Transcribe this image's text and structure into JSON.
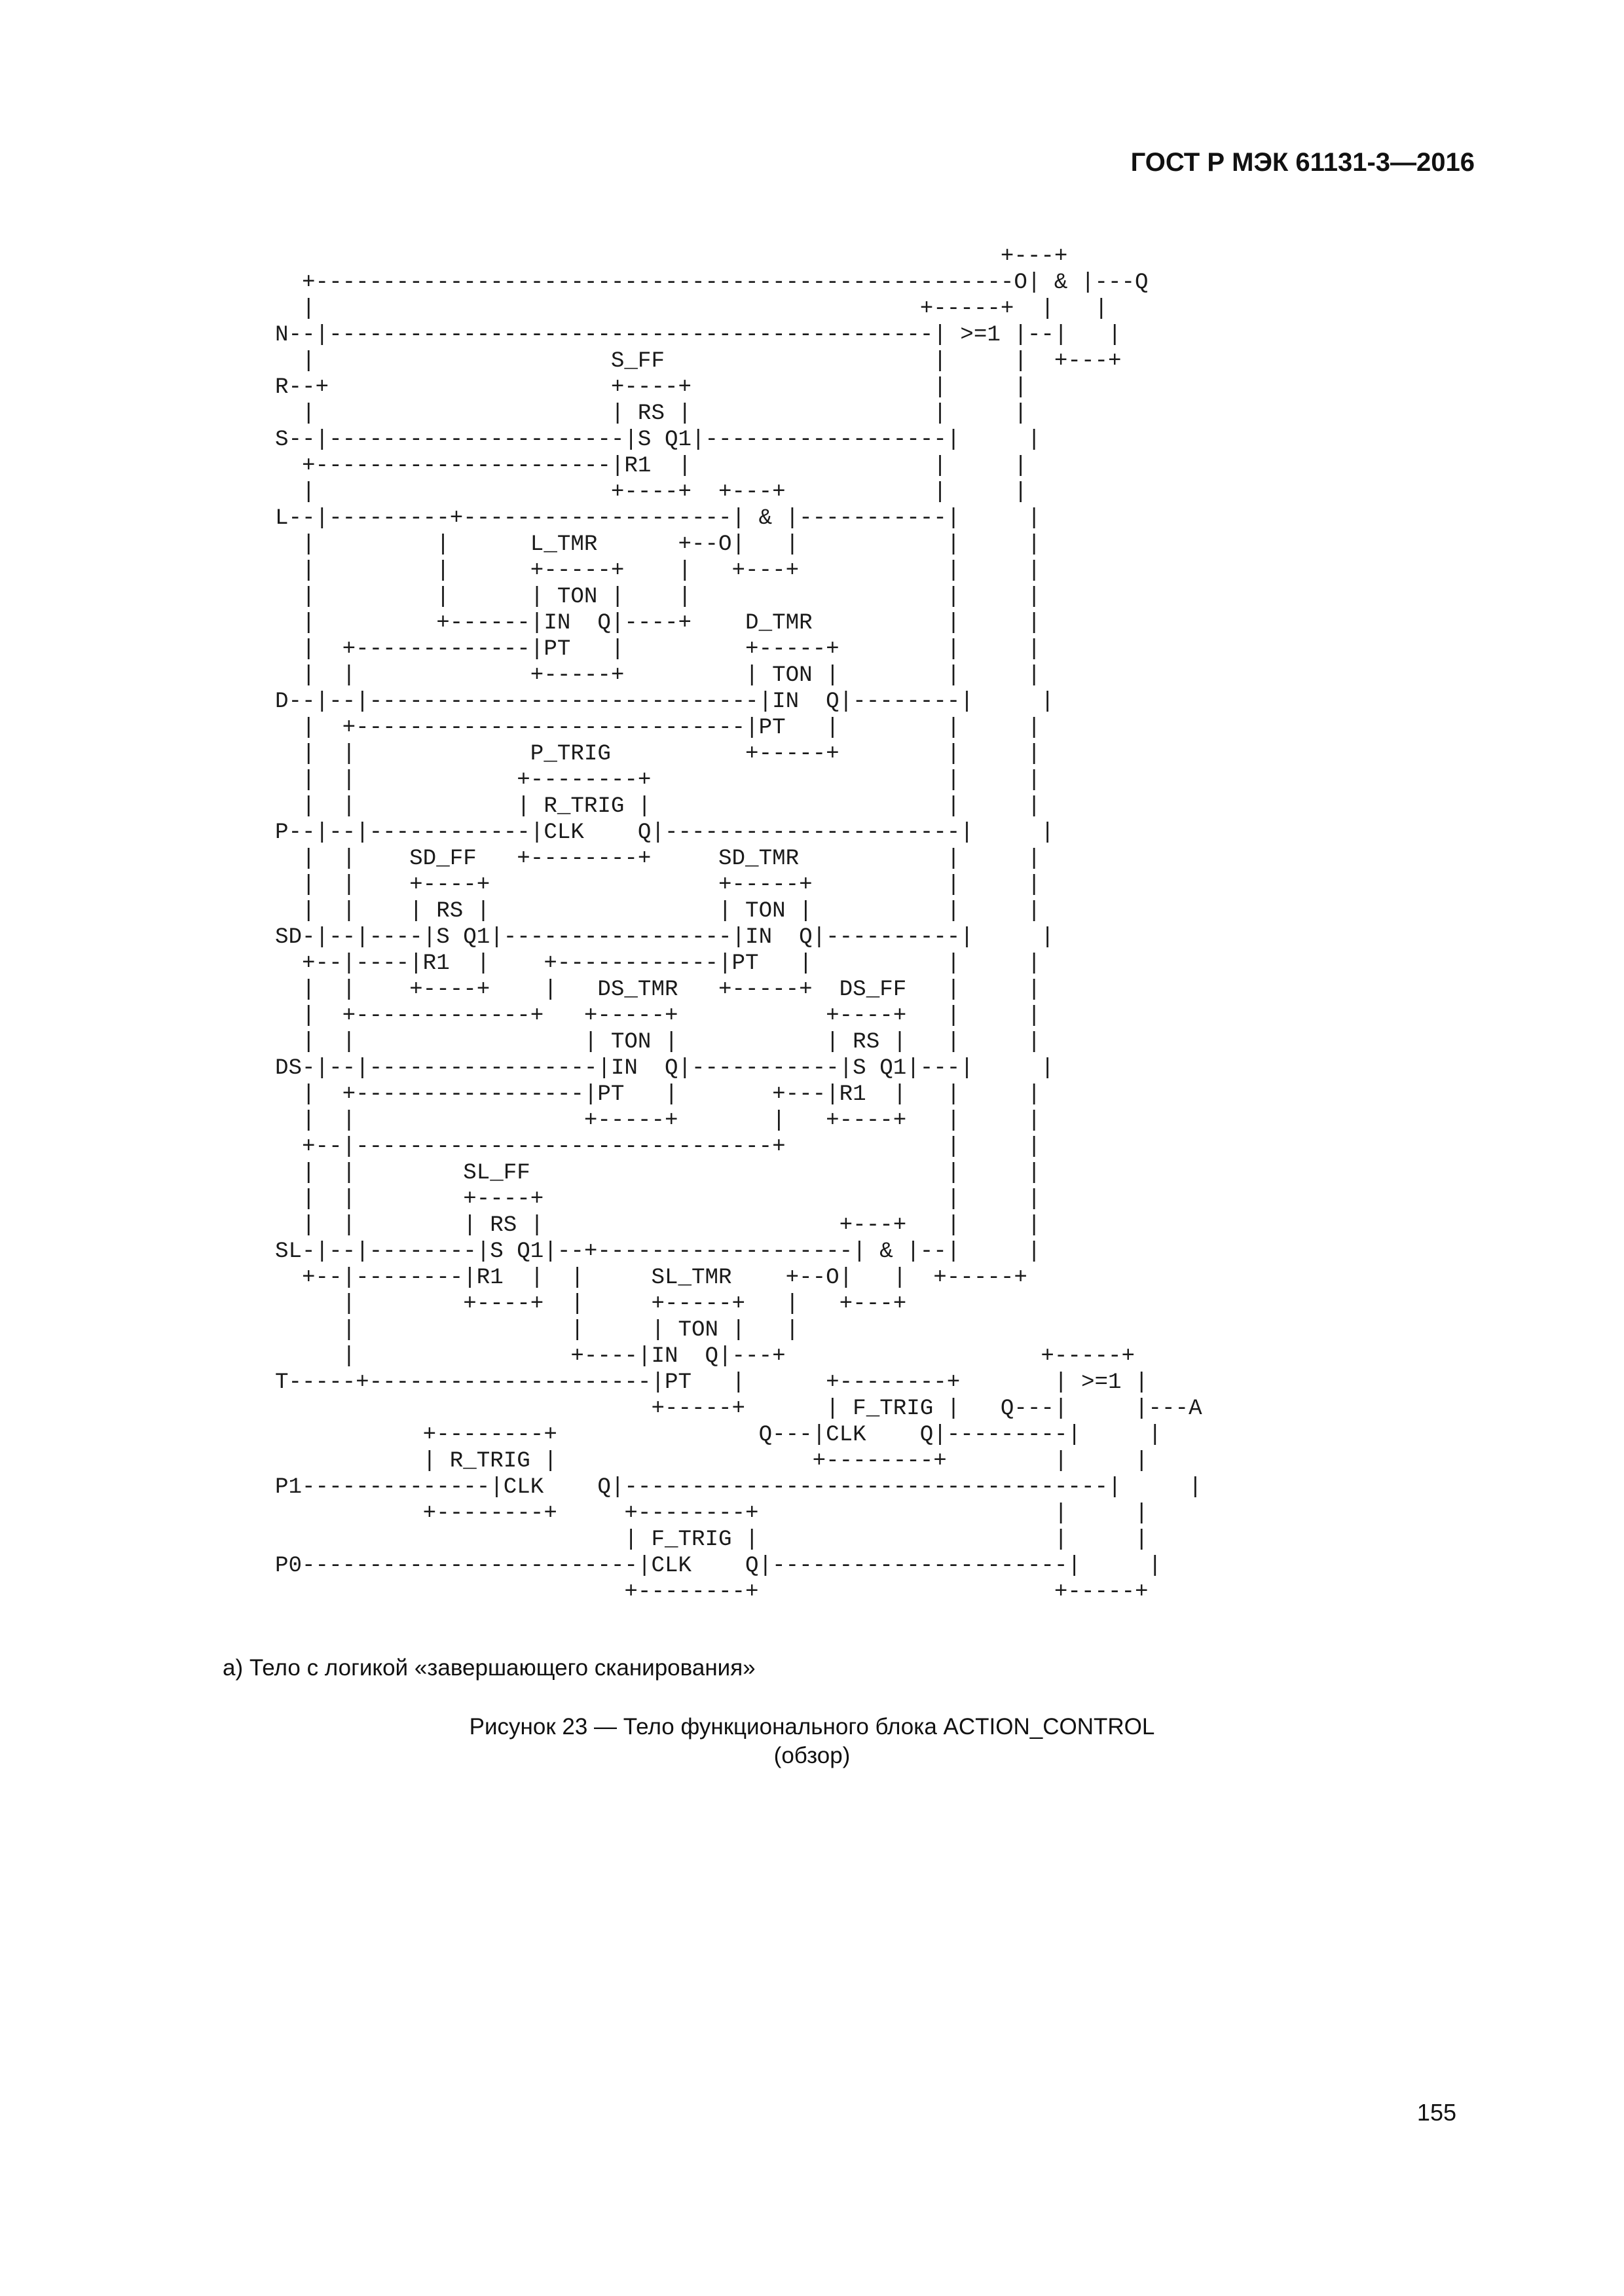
{
  "header": {
    "doc_id": "ГОСТ Р МЭК 61131-3—2016"
  },
  "diagram": {
    "lines": [
      "                                                      +---+",
      "  +----------------------------------------------------O| & |---Q",
      "  |                                             +-----+  |   |",
      "N--|---------------------------------------------| >=1 |--|   |",
      "  |                      S_FF                    |     |  +---+",
      "R--+                     +----+                  |     |",
      "  |                      | RS |                  |     |",
      "S--|----------------------|S Q1|------------------|     |",
      "  +----------------------|R1  |                  |     |",
      "  |                      +----+  +---+           |     |",
      "L--|---------+--------------------| & |-----------|     |",
      "  |         |      L_TMR      +--O|   |           |     |",
      "  |         |      +-----+    |   +---+           |     |",
      "  |         |      | TON |    |                   |     |",
      "  |         +------|IN  Q|----+    D_TMR          |     |",
      "  |  +-------------|PT   |         +-----+        |     |",
      "  |  |             +-----+         | TON |        |     |",
      "D--|--|-----------------------------|IN  Q|--------|     |",
      "  |  +-----------------------------|PT   |        |     |",
      "  |  |             P_TRIG          +-----+        |     |",
      "  |  |            +--------+                      |     |",
      "  |  |            | R_TRIG |                      |     |",
      "P--|--|------------|CLK    Q|----------------------|     |",
      "  |  |    SD_FF   +--------+     SD_TMR           |     |",
      "  |  |    +----+                 +-----+          |     |",
      "  |  |    | RS |                 | TON |          |     |",
      "SD-|--|----|S Q1|-----------------|IN  Q|----------|     |",
      "  +--|----|R1  |    +------------|PT   |          |     |",
      "  |  |    +----+    |   DS_TMR   +-----+  DS_FF   |     |",
      "  |  +-------------+   +-----+           +----+   |     |",
      "  |  |                 | TON |           | RS |   |     |",
      "DS-|--|-----------------|IN  Q|-----------|S Q1|---|     |",
      "  |  +-----------------|PT   |       +---|R1  |   |     |",
      "  |  |                 +-----+       |   +----+   |     |",
      "  +--|-------------------------------+            |     |",
      "  |  |        SL_FF                               |     |",
      "  |  |        +----+                              |     |",
      "  |  |        | RS |                      +---+   |     |",
      "SL-|--|--------|S Q1|--+-------------------| & |--|     |",
      "  +--|--------|R1  |  |     SL_TMR    +--O|   |  +-----+",
      "     |        +----+  |     +-----+   |   +---+",
      "     |                |     | TON |   |",
      "     |                +----|IN  Q|---+                   +-----+",
      "T-----+---------------------|PT   |      +--------+       | >=1 |",
      "                            +-----+      | F_TRIG |   Q---|     |---A",
      "           +--------+               Q---|CLK    Q|---------|     |",
      "           | R_TRIG |                   +--------+        |     |",
      "P1--------------|CLK    Q|------------------------------------|     |",
      "           +--------+     +--------+                      |     |",
      "                          | F_TRIG |                      |     |",
      "P0-------------------------|CLK    Q|----------------------|     |",
      "                          +--------+                      +-----+"
    ]
  },
  "caption": {
    "subfigure": "а) Тело с логикой «завершающего сканирования»"
  },
  "figure": {
    "title_line1": "Рисунок 23 — Тело функционального блока ACTION_CONTROL",
    "title_line2": "(обзор)"
  },
  "page_number": "155"
}
